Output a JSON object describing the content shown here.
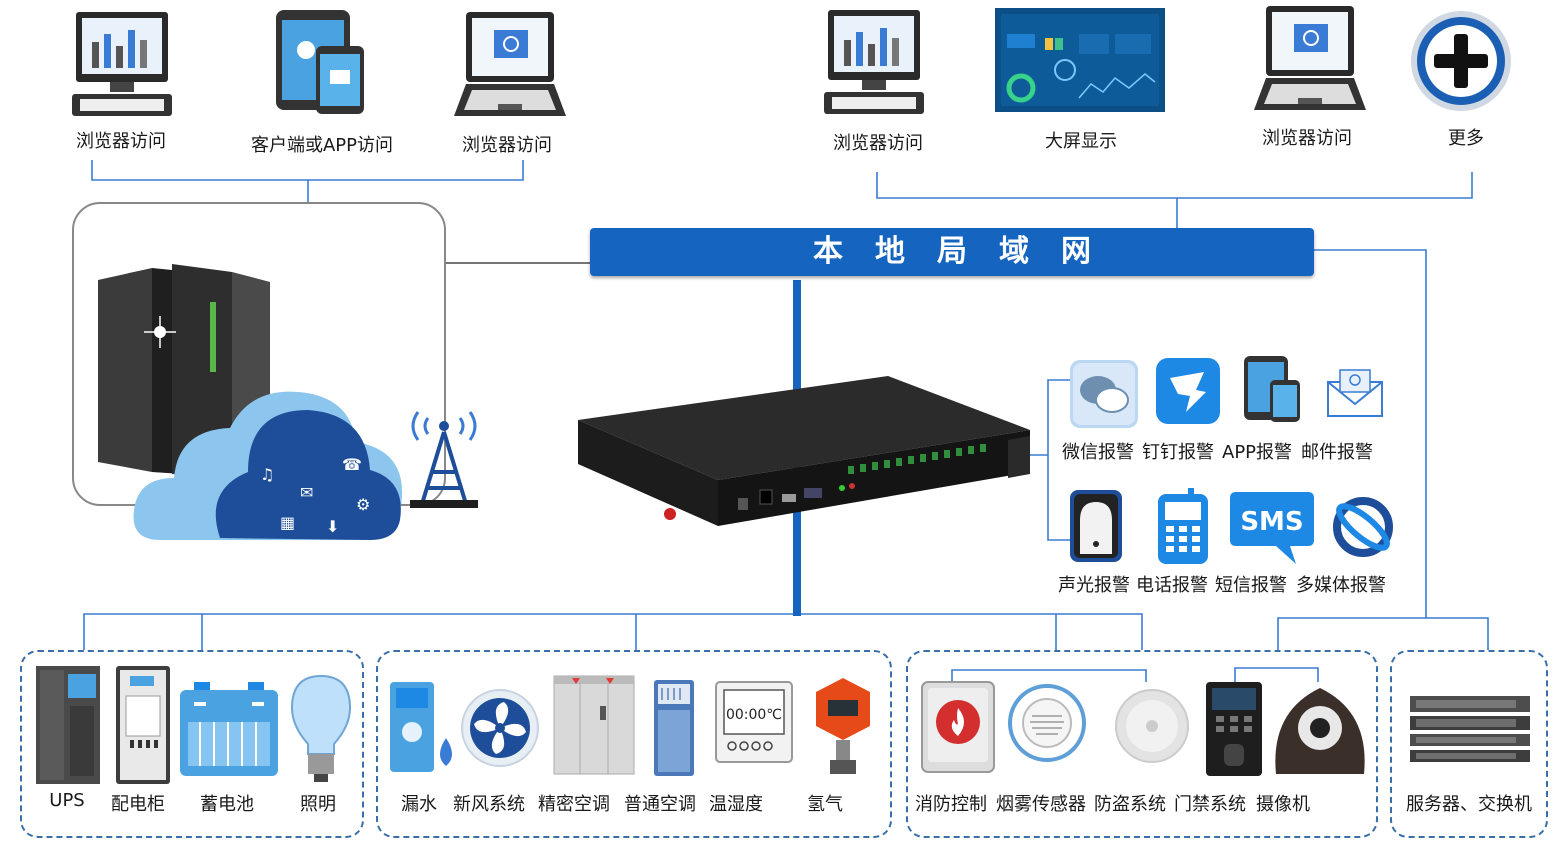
{
  "top_left_clients": [
    {
      "label": "浏览器访问",
      "icon": "desktop-monitor-icon"
    },
    {
      "label": "客户端或APP访问",
      "icon": "tablet-phone-icon"
    },
    {
      "label": "浏览器访问",
      "icon": "laptop-icon"
    }
  ],
  "top_right_clients": [
    {
      "label": "浏览器访问",
      "icon": "desktop-monitor-icon"
    },
    {
      "label": "大屏显示",
      "icon": "dashboard-screen-icon"
    },
    {
      "label": "浏览器访问",
      "icon": "laptop-icon"
    },
    {
      "label": "更多",
      "icon": "plus-icon"
    }
  ],
  "lan_label": "本地局域网",
  "alarms_row1": [
    {
      "label": "微信报警",
      "icon": "wechat-icon"
    },
    {
      "label": "钉钉报警",
      "icon": "dingtalk-icon"
    },
    {
      "label": "APP报警",
      "icon": "tablet-phone-icon"
    },
    {
      "label": "邮件报警",
      "icon": "mail-icon"
    }
  ],
  "alarms_row2": [
    {
      "label": "声光报警",
      "icon": "siren-icon"
    },
    {
      "label": "电话报警",
      "icon": "phone-icon"
    },
    {
      "label": "短信报警",
      "icon": "sms-icon"
    },
    {
      "label": "多媒体报警",
      "icon": "multimedia-icon"
    }
  ],
  "sms_icon_text": "SMS",
  "thermostat_text": "00:00℃",
  "group_power": [
    {
      "label": "UPS",
      "icon": "ups-icon"
    },
    {
      "label": "配电柜",
      "icon": "distribution-cabinet-icon"
    },
    {
      "label": "蓄电池",
      "icon": "battery-icon"
    },
    {
      "label": "照明",
      "icon": "lightbulb-icon"
    }
  ],
  "group_env": [
    {
      "label": "漏水",
      "icon": "water-leak-icon"
    },
    {
      "label": "新风系统",
      "icon": "fan-icon"
    },
    {
      "label": "精密空调",
      "icon": "precision-ac-icon"
    },
    {
      "label": "普通空调",
      "icon": "ac-icon"
    },
    {
      "label": "温湿度",
      "icon": "thermostat-icon"
    },
    {
      "label": "氢气",
      "icon": "gas-detector-icon"
    }
  ],
  "group_security": [
    {
      "label": "消防控制",
      "icon": "fire-button-icon"
    },
    {
      "label": "烟雾传感器",
      "icon": "smoke-sensor-icon"
    },
    {
      "label": "防盗系统",
      "icon": "intrusion-sensor-icon"
    },
    {
      "label": "门禁系统",
      "icon": "access-control-icon"
    },
    {
      "label": "摄像机",
      "icon": "camera-icon"
    }
  ],
  "group_network": [
    {
      "label": "服务器、交换机",
      "icon": "switch-icon"
    }
  ],
  "colors": {
    "lan": "#1565c0",
    "line": "#3a7bd5",
    "group_border": "#3a6ea8"
  }
}
